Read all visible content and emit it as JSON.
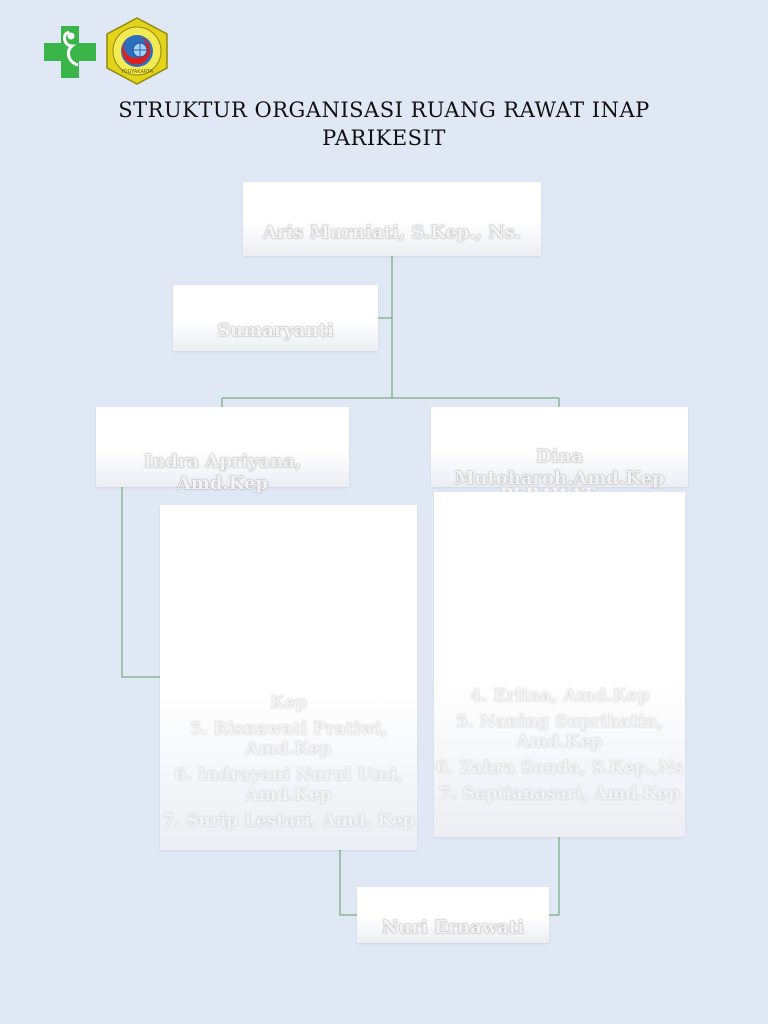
{
  "header": {
    "title_line1": "STRUKTUR ORGANISASI RUANG RAWAT INAP",
    "title_line2": "PARIKESIT"
  },
  "logos": {
    "cross_logo": "medical-cross-logo",
    "seal_logo": "institution-seal-logo",
    "seal_text": "YOGYAKARTA"
  },
  "org": {
    "head": "Aris Murniati, S.Kep., Ns.",
    "admin": "Sumaryanti",
    "team_left_lead": "Indra Apriyana, Amd.Kep",
    "team_right_lead": "Dina Mutoharoh.Amd.Kep",
    "right_header_fragment": "PERAWAT",
    "left_members": [
      "Kep",
      "5. Risnawati Pratiwi, Amd.Kep",
      "6. Indrayani Nurul Umi, Amd.Kep",
      "7. Surip Lestari, Amd. Kep"
    ],
    "right_members": [
      "4. Erlina, Amd.Kep",
      "5. Naning Suprihatin, Amd.Kep",
      "6. Zahra Sonda, S.Kep.,Ns",
      "7. Septianasari, Amd.Kep"
    ],
    "bottom": "Nuri Ernawati"
  },
  "colors": {
    "background": "#dfe8f4",
    "connector": "#5f9e62",
    "cross_green": "#39b54a",
    "seal_yellow": "#e3d41b"
  }
}
